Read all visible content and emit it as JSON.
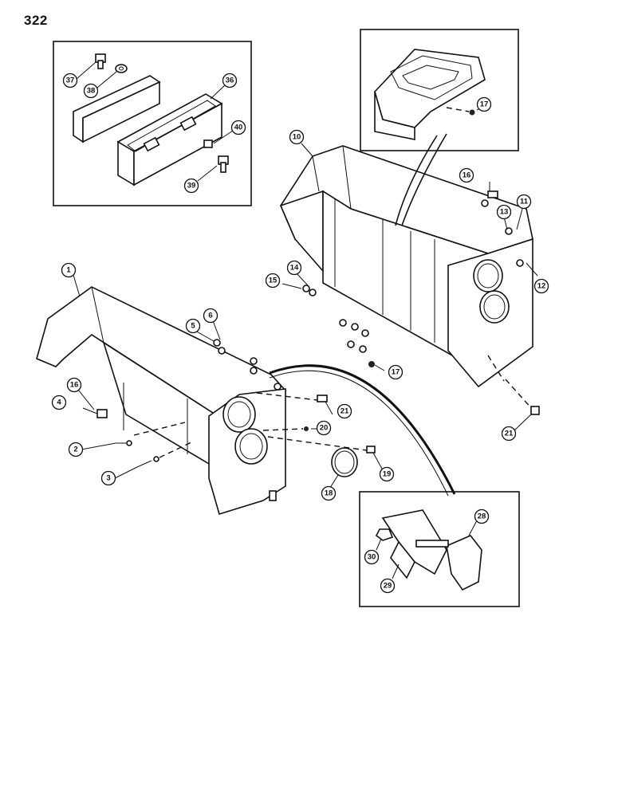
{
  "page_number": "322",
  "callouts": {
    "c1": "1",
    "c2": "2",
    "c3": "3",
    "c4": "4",
    "c5": "5",
    "c6": "6",
    "c10": "10",
    "c11": "11",
    "c12": "12",
    "c13": "13",
    "c14": "14",
    "c15": "15",
    "c16a": "16",
    "c16b": "16",
    "c17a": "17",
    "c17b": "17",
    "c18": "18",
    "c19": "19",
    "c20": "20",
    "c21a": "21",
    "c21b": "21",
    "c28": "28",
    "c29": "29",
    "c30": "30",
    "c36": "36",
    "c37": "37",
    "c38": "38",
    "c39": "39",
    "c40": "40"
  }
}
